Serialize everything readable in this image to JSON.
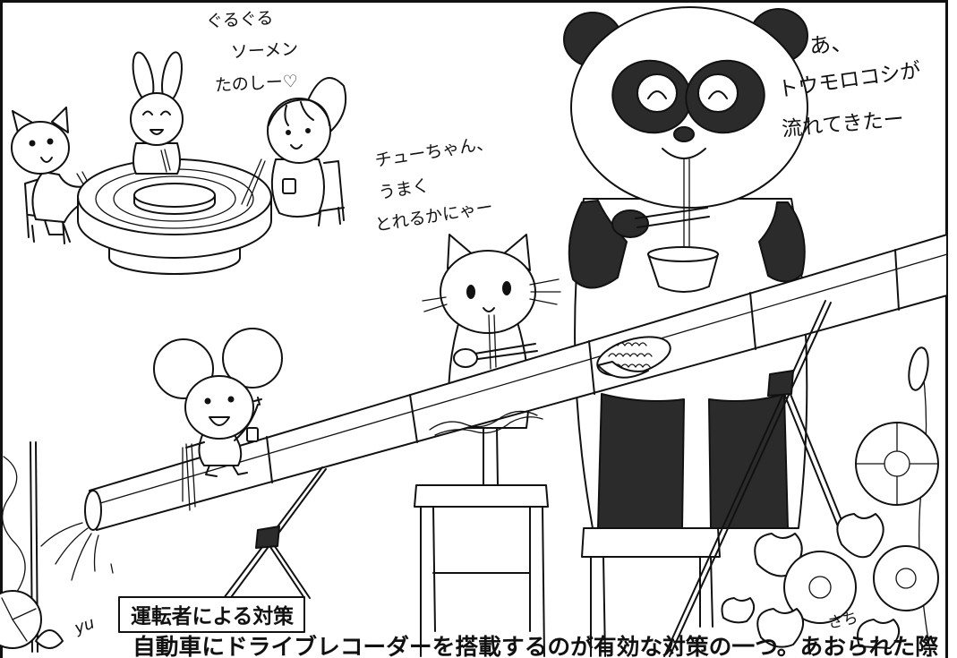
{
  "palette": {
    "ink": "#111111",
    "paper": "#ffffff",
    "hatch": "#2b2b2b"
  },
  "speech": {
    "table_group": [
      "ぐるぐる",
      "ソーメン",
      "たのしー♡"
    ],
    "cat": [
      "チューちゃん、",
      "うまく",
      "とれるかにゃー"
    ],
    "panda": [
      "あ、",
      "トウモロコシが",
      "流れてきたー"
    ]
  },
  "signatures": {
    "left": "yu",
    "right": "さち"
  },
  "caption": {
    "heading": "運転者による対策",
    "body": "自動車にドライブレコーダーを搭載するのが有効な対策の一つ。あおられた際"
  }
}
